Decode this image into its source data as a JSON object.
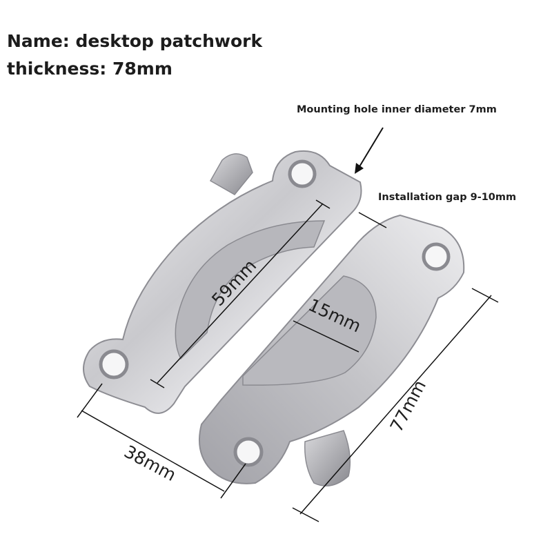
{
  "header": {
    "name_line": "Name: desktop patchwork",
    "thickness_line": "thickness: 78mm"
  },
  "annotations": {
    "mounting_hole": "Mounting hole inner diameter 7mm",
    "installation_gap": "Installation gap 9-10mm"
  },
  "dimensions": {
    "inner_width": "59mm",
    "segment_depth": "15mm",
    "width": "38mm",
    "length": "77mm"
  },
  "colors": {
    "metal_light": "#e4e4e6",
    "metal_mid": "#bdbdc1",
    "metal_dark": "#8d8d93",
    "line": "#111111"
  }
}
